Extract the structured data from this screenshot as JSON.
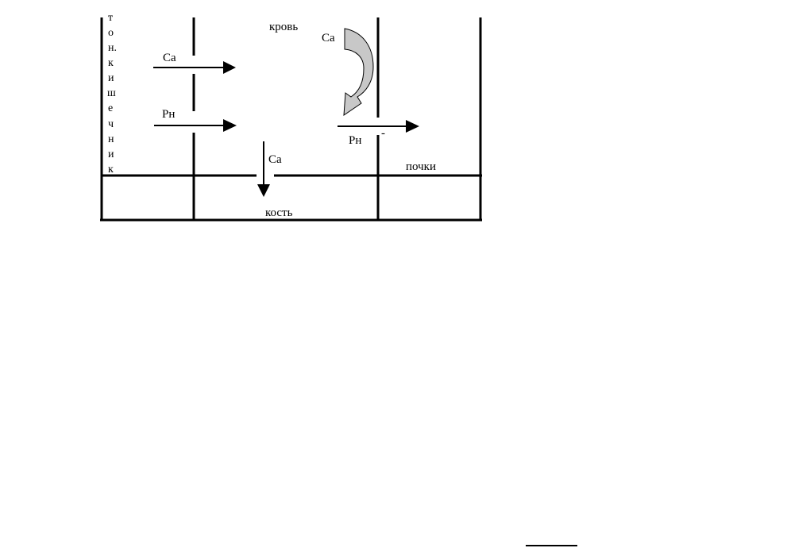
{
  "labels": {
    "intestine_letters": [
      "т",
      "о",
      "н.",
      "к",
      "и",
      "ш",
      "е",
      "ч",
      "н",
      "и",
      "к"
    ],
    "blood": "кровь",
    "bone": "кость",
    "kidneys": "почки",
    "ca_in": "Ca",
    "ph_in": "Рн",
    "ca_to_bone": "Ca",
    "ca_reabsorb": "Ca",
    "ph_out": "Рн",
    "tick_mark": "-"
  },
  "colors": {
    "line": "#000000",
    "curved_arrow_fill": "#c8c8c8",
    "background": "#ffffff"
  }
}
